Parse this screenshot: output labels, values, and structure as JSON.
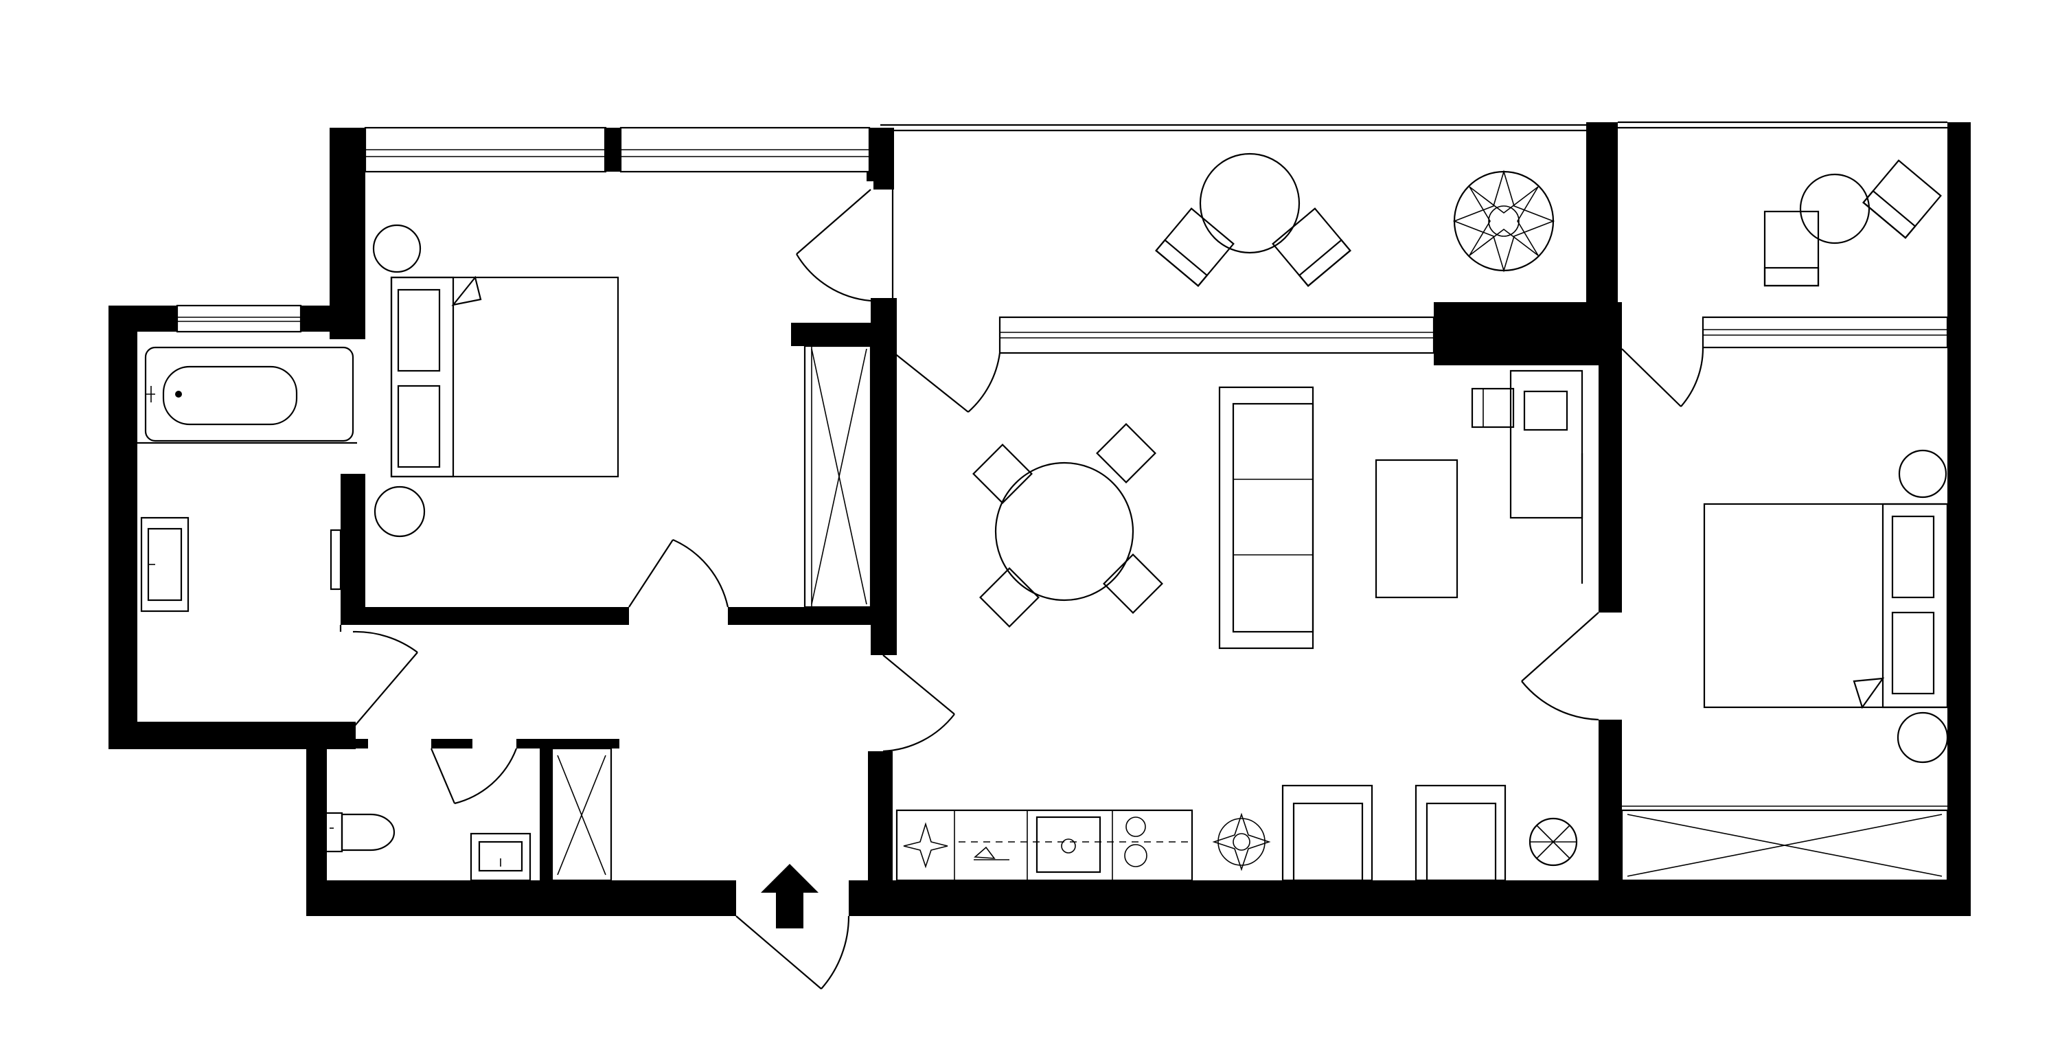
{
  "diagram": {
    "type": "floor-plan",
    "style": "black-and-white architectural line drawing",
    "colors": {
      "background": "#ffffff",
      "ink": "#000000"
    },
    "rooms": [
      {
        "id": "bedroom-1",
        "furniture": [
          "double-bed",
          "nightstand-lamp",
          "nightstand-lamp",
          "wardrobe"
        ]
      },
      {
        "id": "bathroom",
        "furniture": [
          "bathtub",
          "sink",
          "radiator"
        ]
      },
      {
        "id": "toilet",
        "furniture": [
          "toilet",
          "hand-basin"
        ]
      },
      {
        "id": "hallway",
        "furniture": [
          "closet"
        ]
      },
      {
        "id": "living-kitchen",
        "furniture": [
          "dining-table",
          "chair",
          "chair",
          "chair",
          "chair",
          "sofa",
          "coffee-table",
          "desk",
          "desk-chair",
          "kitchen-counter",
          "sink",
          "cooktop",
          "plant",
          "armchair",
          "armchair",
          "side-table"
        ]
      },
      {
        "id": "balcony-1",
        "furniture": [
          "round-table",
          "lounge-chair",
          "lounge-chair",
          "plant"
        ]
      },
      {
        "id": "bedroom-2",
        "furniture": [
          "double-bed",
          "nightstand-lamp",
          "nightstand-lamp",
          "wardrobe"
        ]
      },
      {
        "id": "balcony-2",
        "furniture": [
          "round-table",
          "lounge-chair",
          "lounge-chair"
        ]
      }
    ],
    "entrance": {
      "icon": "up-arrow-icon"
    }
  }
}
